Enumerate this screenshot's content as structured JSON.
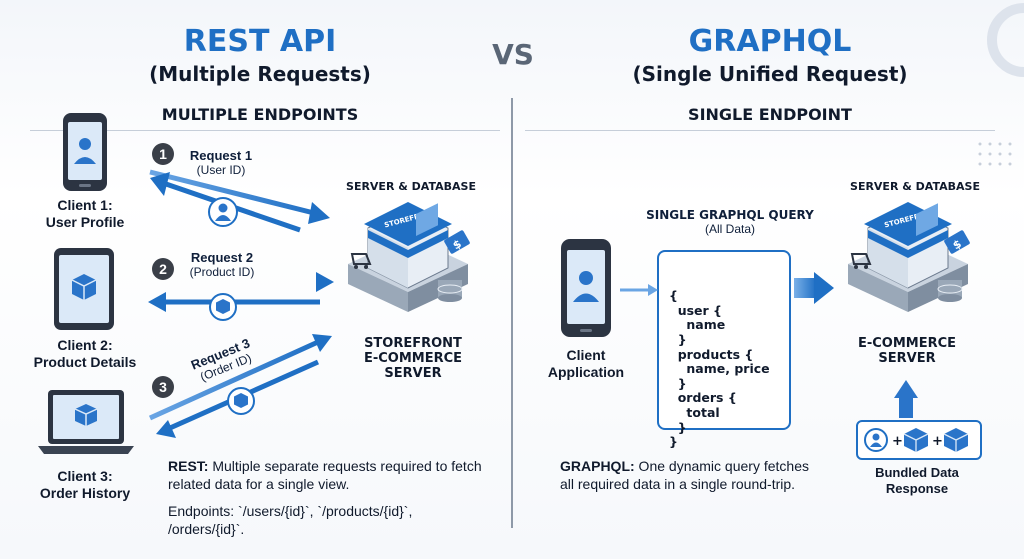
{
  "header": {
    "rest_title": "REST API",
    "rest_subtitle": "(Multiple Requests)",
    "vs": "VS",
    "graphql_title": "GRAPHQL",
    "graphql_subtitle": "(Single Unified Request)"
  },
  "rest": {
    "section": "MULTIPLE ENDPOINTS",
    "clients": [
      {
        "label_line1": "Client 1:",
        "label_line2": "User Profile"
      },
      {
        "label_line1": "Client 2:",
        "label_line2": "Product Details"
      },
      {
        "label_line1": "Client 3:",
        "label_line2": "Order History"
      }
    ],
    "requests": [
      {
        "num": "1",
        "label": "Request 1",
        "sub": "(User ID)"
      },
      {
        "num": "2",
        "label": "Request 2",
        "sub": "(Product ID)"
      },
      {
        "num": "3",
        "label": "Request 3",
        "sub": "(Order ID)"
      }
    ],
    "server_caption": "SERVER & DATABASE",
    "server_name_line1": "STOREFRONT",
    "server_name_line2": "E-COMMERCE",
    "server_name_line3": "SERVER",
    "storefront_sign": "STOREFRONT",
    "note_bold": "REST:",
    "note_text": " Multiple separate requests required to fetch related data for a single view.",
    "endpoints_label": "Endpoints: `/users/{id}`, `/products/{id}`, /orders/{id}`."
  },
  "graphql": {
    "section": "SINGLE ENDPOINT",
    "client_line1": "Client",
    "client_line2": "Application",
    "query_title": "SINGLE GRAPHQL QUERY",
    "query_sub": "(All Data)",
    "query_lines": [
      "{",
      "  user {",
      "    name",
      "  }",
      "  products {",
      "    name, price",
      "  }",
      "  orders {",
      "    total",
      "  }",
      "}"
    ],
    "server_caption": "SERVER & DATABASE",
    "server_name_line1": "E-COMMERCE",
    "server_name_line2": "SERVER",
    "storefront_sign": "STOREFRONT",
    "bundle_line1": "Bundled Data",
    "bundle_line2": "Response",
    "note_bold": "GRAPHQL:",
    "note_text": " One dynamic query fetches all required data in a single round-trip."
  },
  "colors": {
    "accent": "#1f6fc4",
    "dark": "#101a2c",
    "arrow": "#2a74c9"
  }
}
